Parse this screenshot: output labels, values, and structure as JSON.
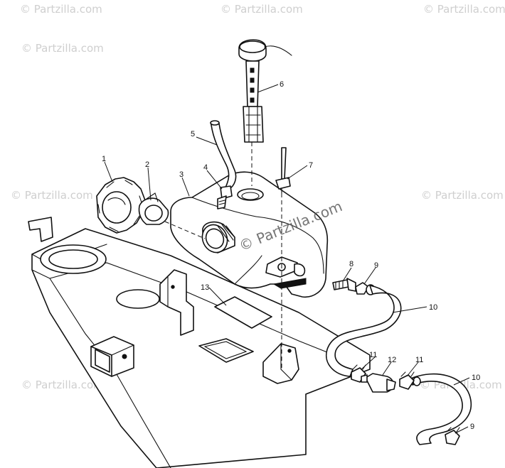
{
  "watermark": {
    "text": "© Partzilla.com",
    "center_text": "© Partzilla.com"
  },
  "callouts": {
    "c1": "1",
    "c2": "2",
    "c3": "3",
    "c4": "4",
    "c5": "5",
    "c6": "6",
    "c7": "7",
    "c8": "8",
    "c9a": "9",
    "c9b": "9",
    "c10a": "10",
    "c10b": "10",
    "c11a": "11",
    "c11b": "11",
    "c12": "12",
    "c13": "13"
  }
}
